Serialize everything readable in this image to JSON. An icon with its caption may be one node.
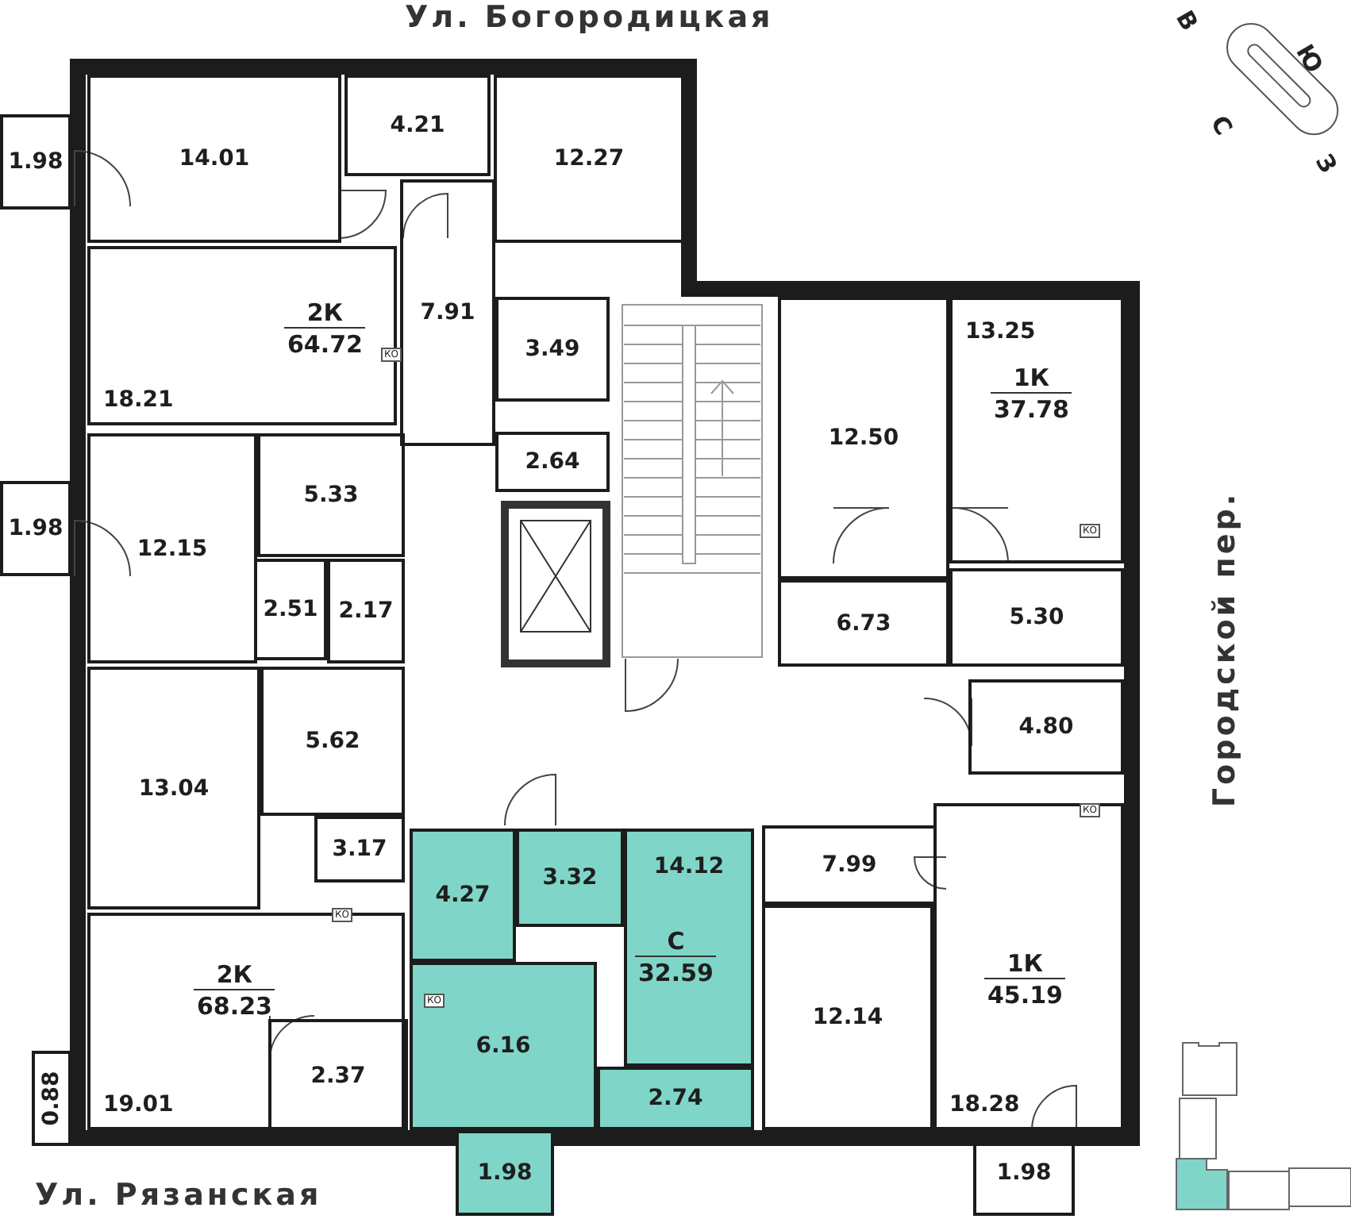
{
  "diagram": {
    "nodes": [
      {
        "text": [
          "1.98"
        ]
      },
      {
        "text": [
          "14.01"
        ]
      },
      {
        "text": [
          "4.21"
        ]
      },
      {
        "text": [
          "12.27"
        ]
      },
      {
        "text": [
          "2К",
          "64.72",
          "18.21"
        ]
      },
      {
        "text": [
          "7.91"
        ]
      },
      {
        "text": [
          "3.49"
        ]
      },
      {
        "text": [
          "2.64"
        ]
      },
      {
        "text": [
          "1.98"
        ]
      },
      {
        "text": [
          "12.15"
        ]
      },
      {
        "text": [
          "5.33"
        ]
      },
      {
        "text": [
          "2.51"
        ]
      },
      {
        "text": [
          "2.17"
        ]
      },
      {
        "text": [
          "13.04"
        ]
      },
      {
        "text": [
          "5.62"
        ]
      },
      {
        "text": [
          "3.17"
        ]
      },
      {
        "text": [
          "2К",
          "68.23",
          "19.01"
        ]
      },
      {
        "text": [
          "2.37"
        ],
        "in": 16
      },
      {
        "text": [
          "0.88"
        ]
      },
      {
        "text": [
          "4.27"
        ]
      },
      {
        "text": [
          "3.32"
        ]
      },
      {
        "text": [
          "14.12",
          "С",
          "32.59"
        ]
      },
      {
        "text": [
          "6.16"
        ]
      },
      {
        "text": [
          "2.74"
        ]
      },
      {
        "text": [
          "1.98"
        ]
      },
      {
        "text": [
          "12.50"
        ]
      },
      {
        "text": [
          "13.25",
          "1К",
          "37.78"
        ]
      },
      {
        "text": [
          "6.73"
        ]
      },
      {
        "text": [
          "5.30"
        ]
      },
      {
        "text": [
          "4.80"
        ]
      },
      {
        "text": [
          "7.99"
        ]
      },
      {
        "text": [
          "12.14"
        ]
      },
      {
        "text": [
          "1К",
          "45.19",
          "18.28"
        ]
      },
      {
        "text": [
          "1.98"
        ]
      }
    ],
    "labels": [
      "Ул. Богородицкая",
      "В",
      "Ю",
      "С",
      "З",
      "КО",
      "КО",
      "КО",
      "КО",
      "КО",
      "Городской пер.",
      "Ул. Рязанская"
    ]
  }
}
